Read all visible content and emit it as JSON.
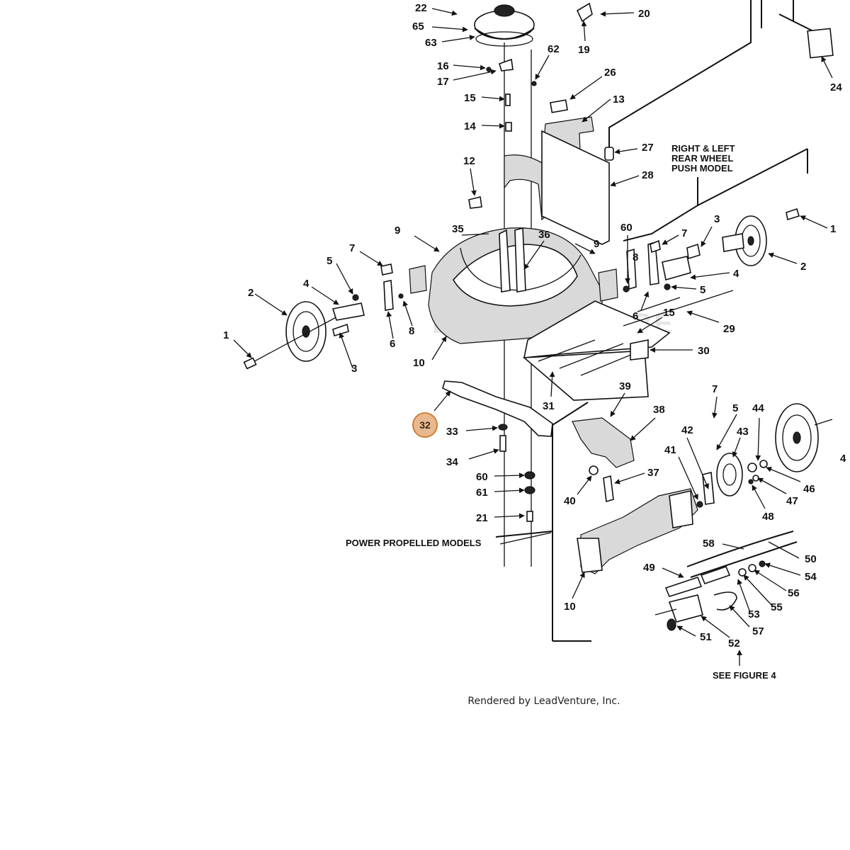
{
  "diagram": {
    "part_labels": [
      "22",
      "65",
      "63",
      "16",
      "17",
      "15",
      "14",
      "62",
      "26",
      "13",
      "19",
      "20",
      "24",
      "27",
      "28",
      "12",
      "35",
      "36",
      "9",
      "60",
      "7",
      "3",
      "1",
      "2",
      "4",
      "5",
      "8",
      "6",
      "10",
      "29",
      "30",
      "31",
      "32",
      "33",
      "34",
      "60",
      "61",
      "21",
      "39",
      "38",
      "42",
      "41",
      "37",
      "40",
      "43",
      "44",
      "46",
      "47",
      "48",
      "58",
      "50",
      "54",
      "49",
      "56",
      "55",
      "53",
      "57",
      "51",
      "52"
    ],
    "captions": {
      "right_left_rear_wheel": [
        "RIGHT & LEFT",
        "REAR WHEEL",
        "PUSH MODEL"
      ],
      "power_propelled": "POWER PROPELLED MODELS",
      "see_figure": "SEE FIGURE 4"
    },
    "highlighted_part": "32",
    "watermark": "LEADVENTURE"
  },
  "footer": {
    "text": "Rendered by LeadVenture, Inc."
  },
  "colors": {
    "ink": "#111111",
    "highlight_fill": "#e8b98e",
    "highlight_stroke": "#cf7e3a"
  }
}
